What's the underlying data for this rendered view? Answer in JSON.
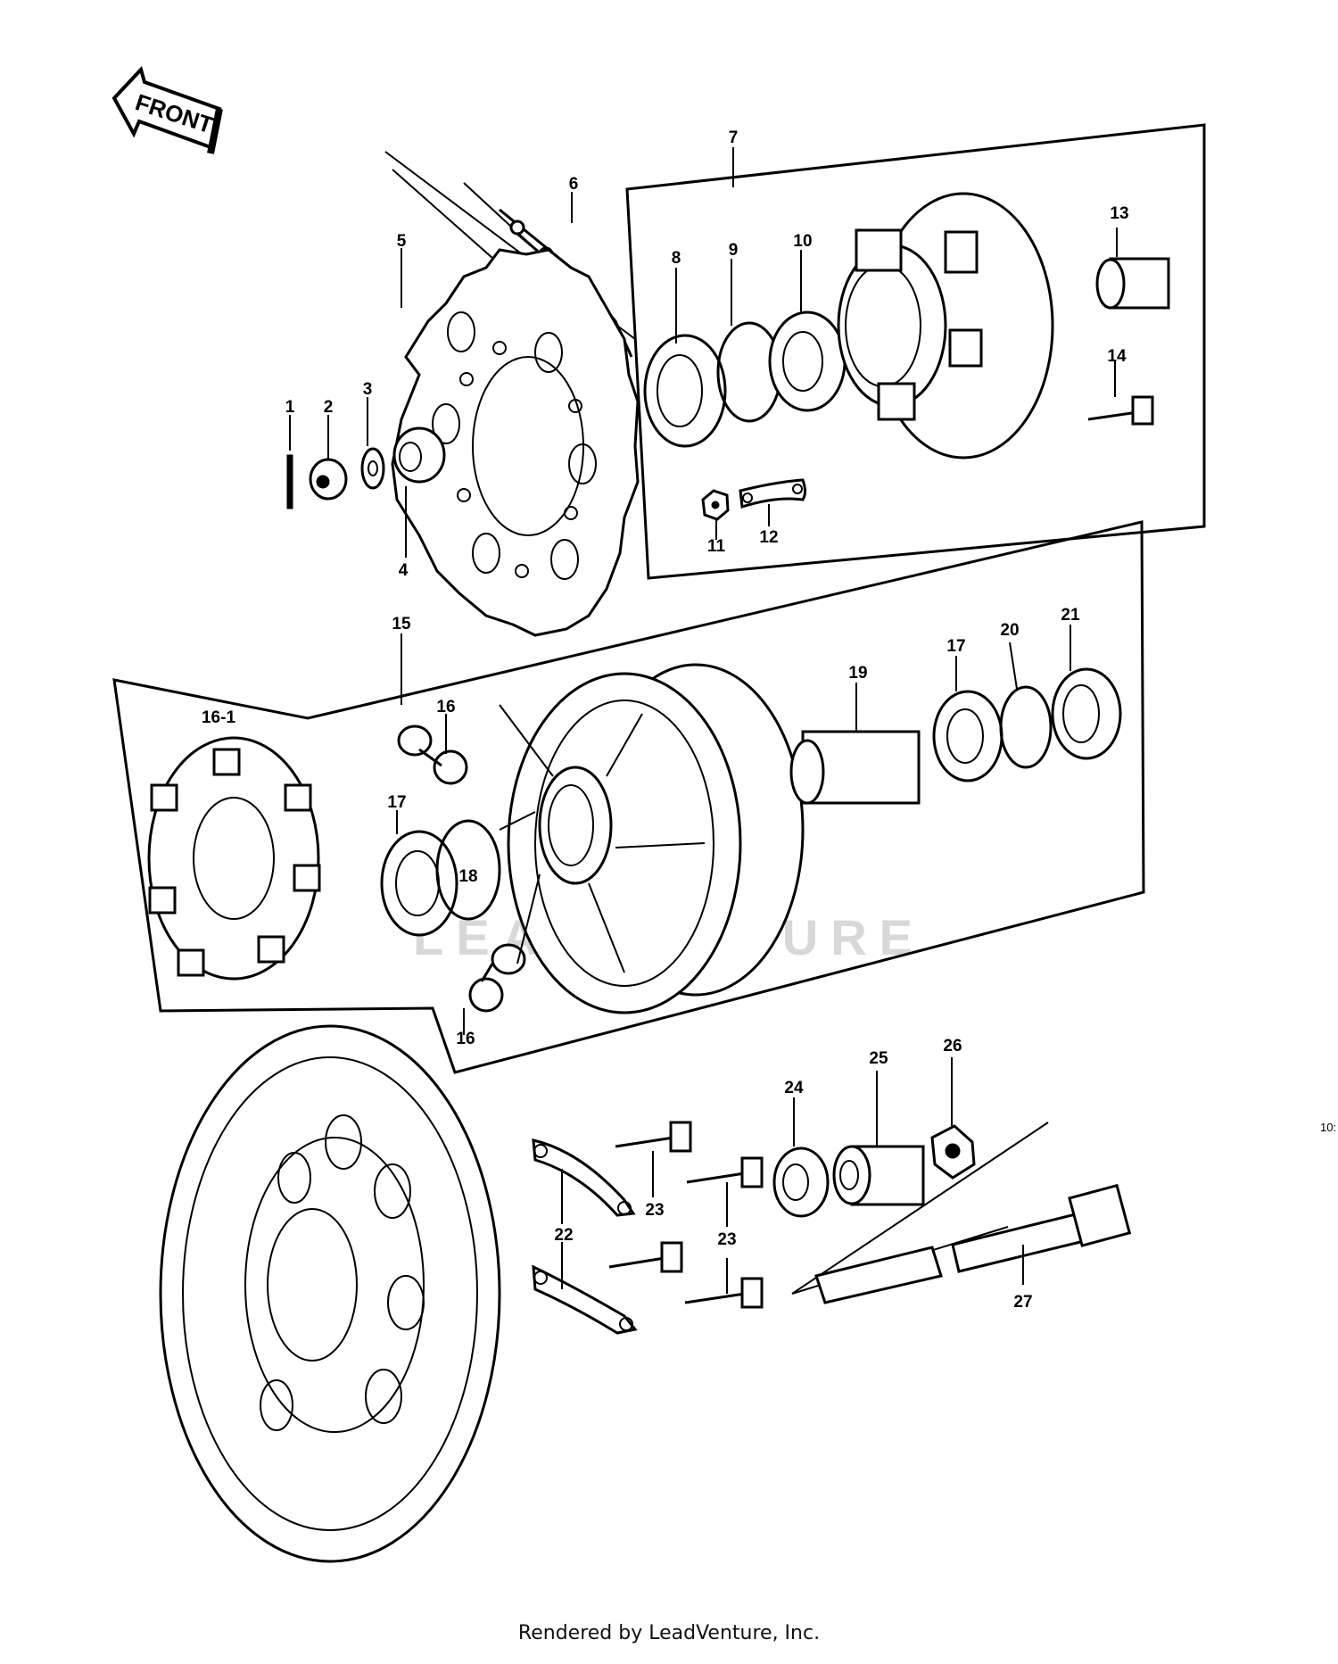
{
  "arrow": {
    "text": "FRONT"
  },
  "watermark": "LEADVENTURE",
  "footer": "Rendered by LeadVenture, Inc.",
  "side_code": "10:",
  "callouts": [
    "1",
    "2",
    "3",
    "4",
    "5",
    "6",
    "7",
    "8",
    "9",
    "10",
    "11",
    "12",
    "13",
    "14",
    "15",
    "16",
    "16-1",
    "16",
    "17",
    "17",
    "18",
    "19",
    "20",
    "21",
    "22",
    "22",
    "23",
    "23",
    "23",
    "24",
    "25",
    "26",
    "27"
  ]
}
